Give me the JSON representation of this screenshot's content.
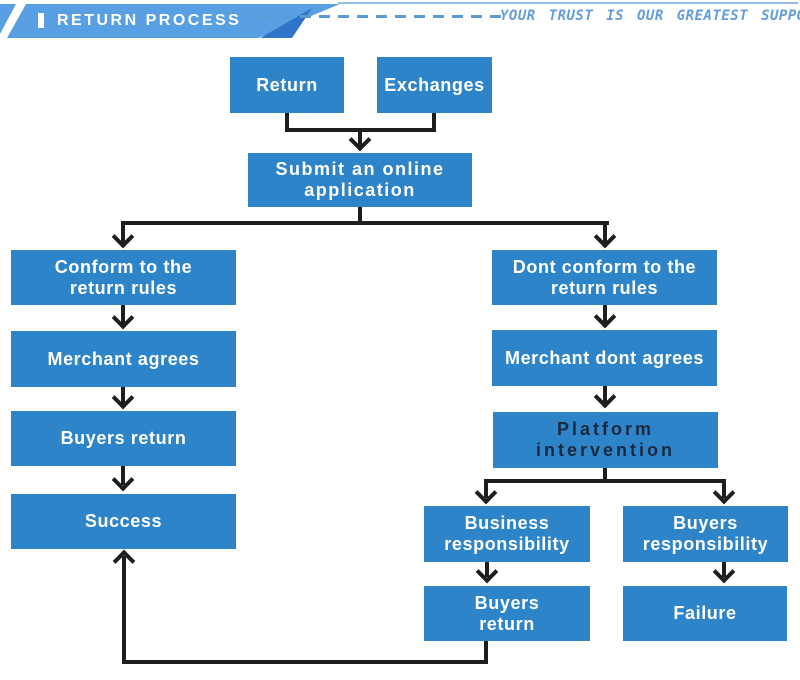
{
  "header": {
    "title": "RETURN PROCESS",
    "tagline": "YOUR TRUST IS OUR GREATEST SUPPORT"
  },
  "colors": {
    "node_blue": "#2e84c8",
    "banner_blue": "#58a0e3",
    "banner_fold_blue": "#2f74c6",
    "connector_black": "#1e1e1e",
    "platform_text": "#1b2940",
    "tagline_blue": "#639dda"
  },
  "nodes": {
    "return": "Return",
    "exchanges": "Exchanges",
    "submit": "Submit an online\napplication",
    "conform": "Conform to the\nreturn rules",
    "dont_conform": "Dont conform to the\nreturn rules",
    "merchant_agrees": "Merchant agrees",
    "merchant_dont_agrees": "Merchant dont agrees",
    "buyers_return": "Buyers return",
    "platform_intervention": "Platform\nintervention",
    "success": "Success",
    "business_responsibility": "Business\nresponsibility",
    "buyers_responsibility": "Buyers\nresponsibility",
    "buyers_return_2": "Buyers\nreturn",
    "failure": "Failure"
  }
}
